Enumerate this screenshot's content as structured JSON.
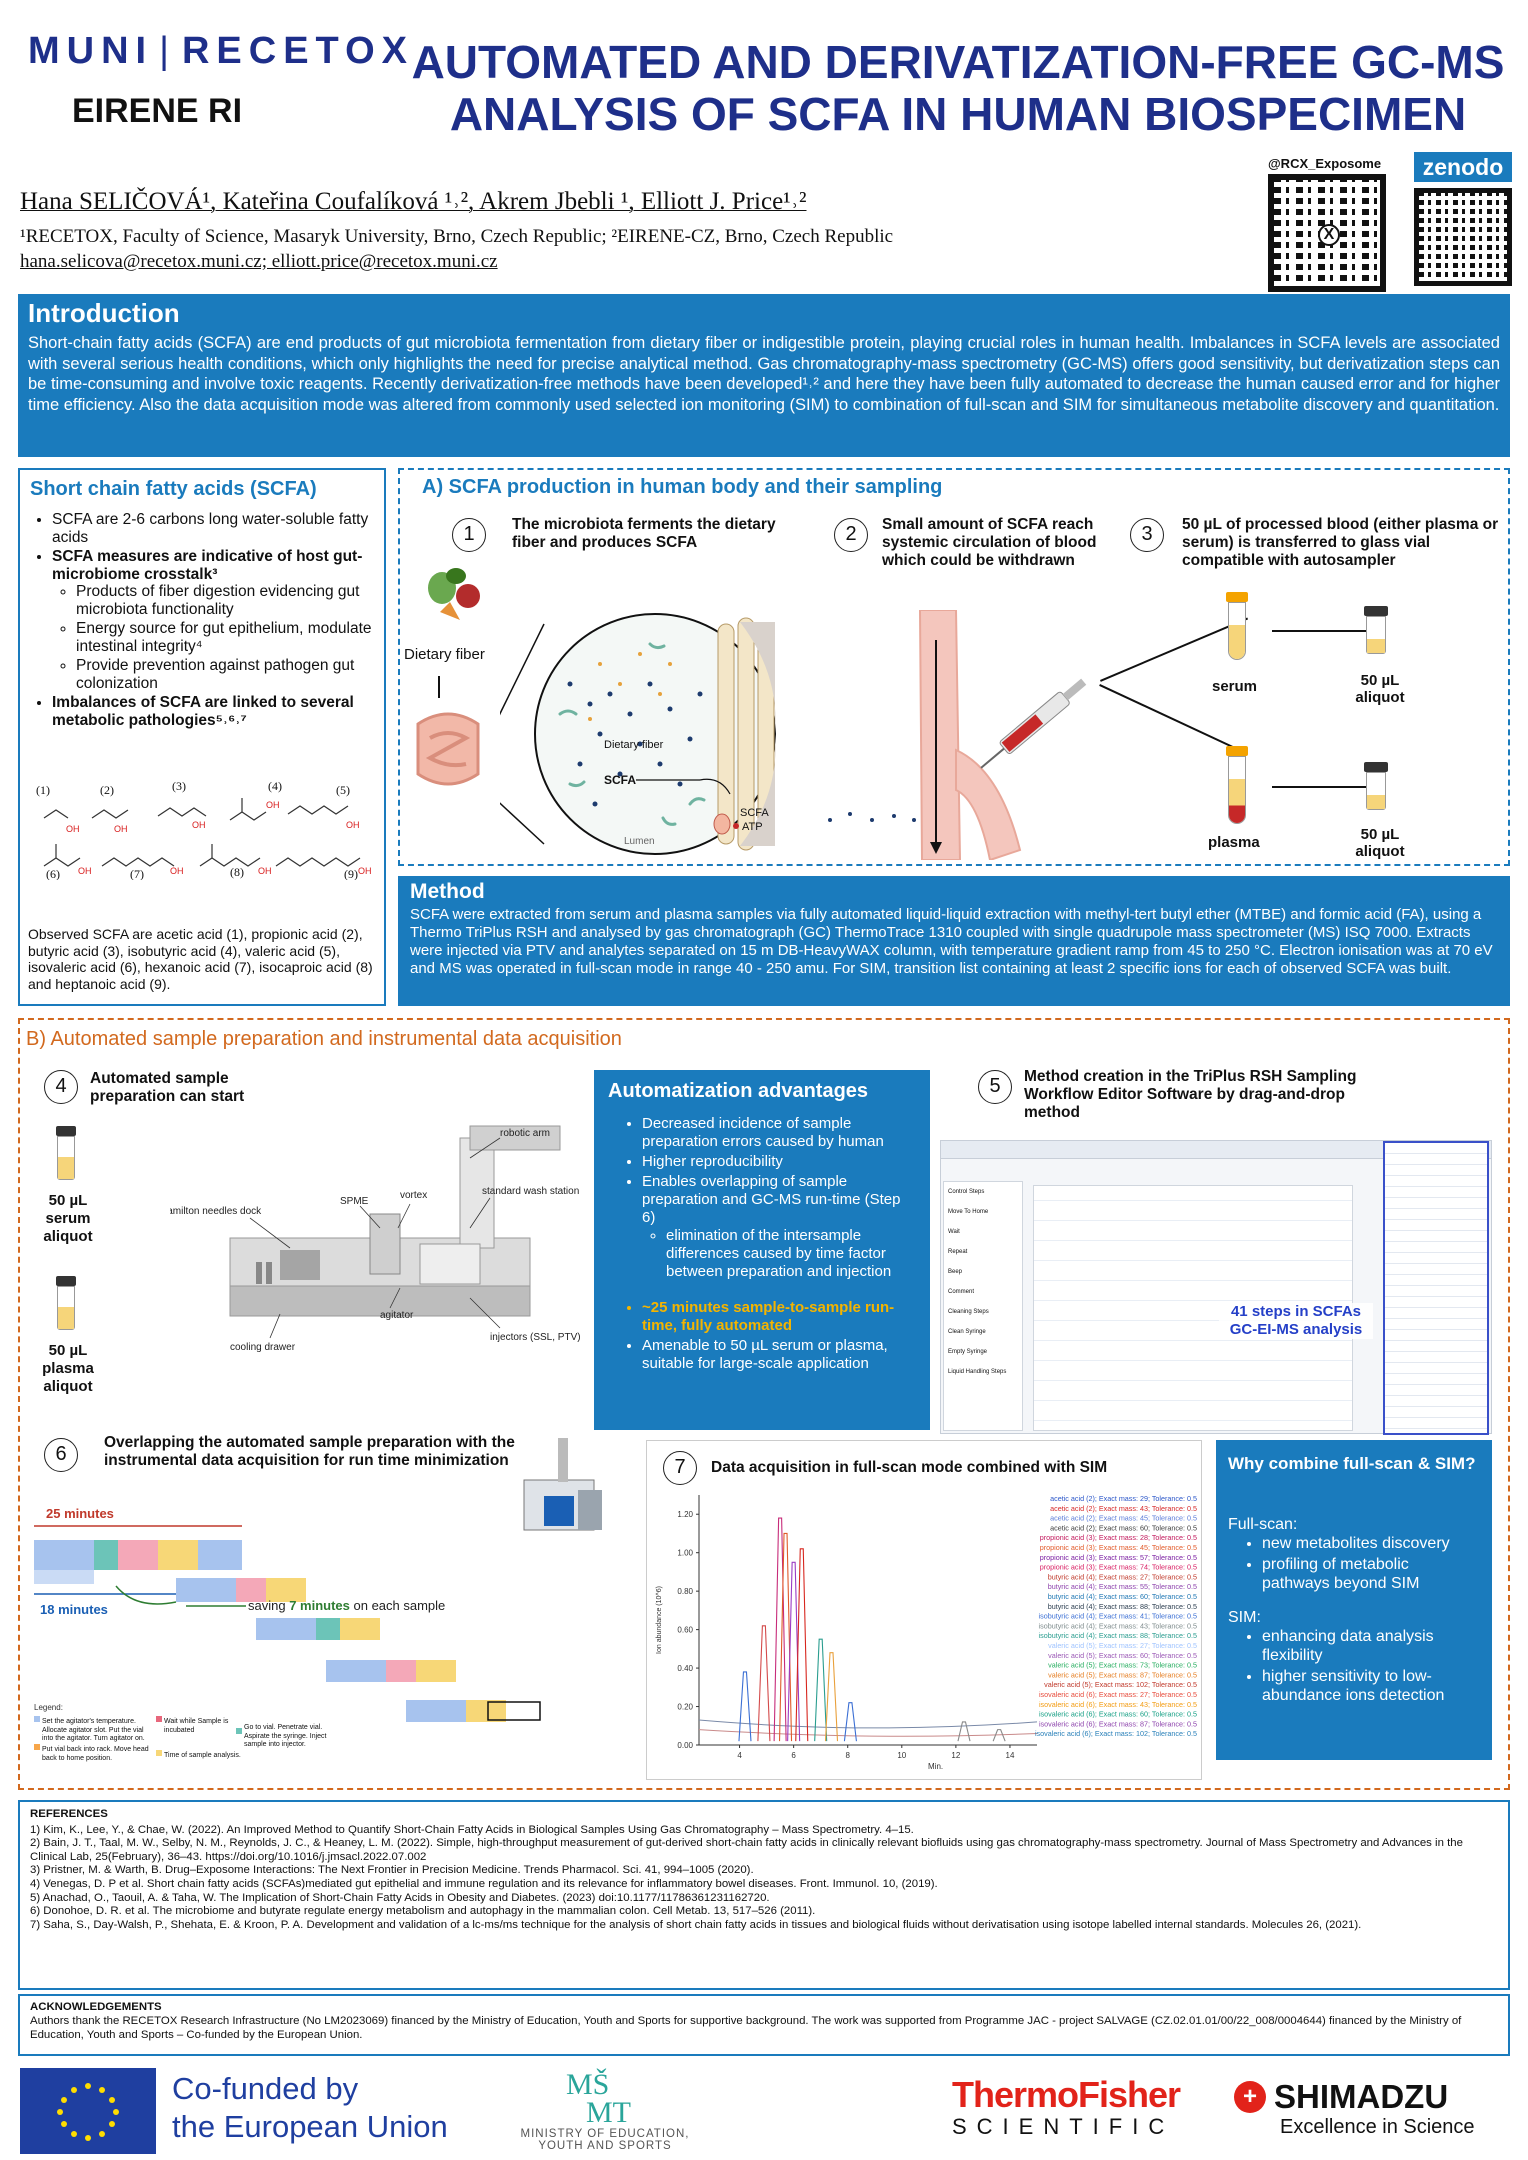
{
  "header": {
    "logo_muni": "MUNI",
    "logo_recetox": "RECETOX",
    "logo_eirene": "EIRENE RI",
    "title_line1": "AUTOMATED AND DERIVATIZATION-FREE GC-MS",
    "title_line2": "ANALYSIS OF SCFA IN HUMAN BIOSPECIMEN",
    "authors": "Hana SELIČOVÁ¹, Kateřina Coufalíková ¹˒², Akrem Jbebli ¹, Elliott J. Price¹˒²",
    "affiliations": "¹RECETOX, Faculty of Science, Masaryk University, Brno, Czech Republic; ²EIRENE-CZ, Brno, Czech Republic",
    "emails": "hana.selicova@recetox.muni.cz; elliott.price@recetox.muni.cz",
    "qr_label_x": "@RCX_Exposome",
    "qr_label_zenodo": "zenodo"
  },
  "intro": {
    "title": "Introduction",
    "text": "Short-chain fatty acids (SCFA) are end products of gut microbiota fermentation from dietary fiber or indigestible protein, playing crucial roles in human health. Imbalances in SCFA levels are associated with several serious health conditions, which only highlights the need for precise analytical method. Gas chromatography-mass spectrometry (GC-MS) offers good sensitivity, but derivatization steps can be time-consuming and involve toxic reagents. Recently derivatization-free methods have been developed¹˒² and here they have been fully automated to decrease the human caused error and for higher time efficiency. Also the data acquisition mode was altered from commonly used selected ion monitoring (SIM) to combination of full-scan and SIM for simultaneous metabolite discovery and quantitation."
  },
  "scfa": {
    "title": "Short chain fatty acids (SCFA)",
    "b1": "SCFA are 2-6 carbons long water-soluble fatty acids",
    "b2": "SCFA measures are indicative of host gut-microbiome crosstalk³",
    "s1": "Products of fiber digestion evidencing gut microbiota functionality",
    "s2": "Energy source for gut epithelium, modulate intestinal integrity⁴",
    "s3": "Provide prevention against pathogen gut colonization",
    "b3": "Imbalances of SCFA are linked to several metabolic pathologies⁵˒⁶˒⁷",
    "struct_labels": [
      "(1)",
      "(2)",
      "(3)",
      "(4)",
      "(5)",
      "(6)",
      "(7)",
      "(8)",
      "(9)"
    ],
    "observed": "Observed SCFA are acetic acid (1), propionic acid (2), butyric acid (3), isobutyric acid (4), valeric acid (5), isovaleric acid (6), hexanoic acid (7), isocaproic acid (8) and heptanoic acid (9)."
  },
  "sectionA": {
    "title": "A) SCFA production in human body and their sampling",
    "step1": "The microbiota ferments the dietary fiber and produces SCFA",
    "step2": "Small amount of SCFA reach systemic circulation of blood which could be withdrawn",
    "step3": "50 µL of processed blood (either plasma or serum) is transferred to glass vial compatible with autosampler",
    "n1": "1",
    "n2": "2",
    "n3": "3",
    "dietary_fiber": "Dietary fiber",
    "inner_fiber": "Dietary fiber",
    "inner_scfa": "SCFA",
    "inner_scfa2": "SCFA",
    "inner_atp": "ATP",
    "inner_lumen": "Lumen",
    "serum": "serum",
    "plasma": "plasma",
    "aliquot1": "50 µL aliquot",
    "aliquot2": "50 µL aliquot"
  },
  "method": {
    "title": "Method",
    "text": "SCFA were extracted from serum and plasma samples via fully automated liquid-liquid extraction with methyl-tert butyl ether (MTBE) and formic acid (FA), using a Thermo TriPlus RSH and analysed by gas chromatograph (GC) ThermoTrace 1310 coupled with single quadrupole mass spectrometer (MS) ISQ 7000. Extracts were injected via PTV and analytes separated on 15 m DB-HeavyWAX column, with temperature gradient ramp from 45 to 250 °C. Electron ionisation was at 70 eV and MS was operated in full-scan mode in range 40 - 250 amu. For SIM, transition list containing at least 2 specific ions for each of observed SCFA was built."
  },
  "sectionB": {
    "title": "B) Automated sample preparation and instrumental data acquisition",
    "n4": "4",
    "step4": "Automated sample preparation can start",
    "serum_aliquot": "50 µL serum aliquot",
    "plasma_aliquot": "50 µL plasma aliquot",
    "robot_labels": [
      "robotic arm",
      "Hamilton needles dock",
      "SPME",
      "vortex",
      "standard wash station",
      "agitator",
      "cooling drawer",
      "injectors (SSL, PTV)"
    ],
    "adv_title": "Automatization advantages",
    "adv1": "Decreased incidence of sample preparation errors caused by human",
    "adv2": "Higher reproducibility",
    "adv3": "Enables overlapping of sample preparation and GC-MS run-time (Step 6)",
    "adv3s": "elimination of the intersample differences caused by time factor between preparation and injection",
    "adv4": "~25 minutes sample-to-sample run-time, fully automated",
    "adv5": "Amenable to 50 µL serum or plasma, suitable for large-scale application",
    "n5": "5",
    "step5": "Method creation in the TriPlus RSH Sampling Workflow Editor Software by drag-and-drop method",
    "steps_label": "41 steps in SCFAs GC-EI-MS analysis",
    "sw_items": [
      "Control Steps",
      "Move To Home",
      "Wait",
      "Repeat",
      "Beep",
      "Comment",
      "Cleaning Steps",
      "Clean Syringe",
      "Empty Syringe",
      "Liquid Handling Steps"
    ],
    "n6": "6",
    "step6": "Overlapping the automated sample preparation with the instrumental data acquisition for run time minimization",
    "m25": "25 minutes",
    "m18": "18 minutes",
    "saving_pre": "saving ",
    "saving_num": "7 minutes",
    "saving_post": " on each sample",
    "legend_title": "Legend:",
    "legend1": "Set the agitator's temperature. Allocate agitator slot. Put the vial into the agitator. Turn agitator on.",
    "legend2": "Put vial back into rack. Move head back to home position.",
    "legend3": "Wait while Sample is incubated",
    "legend4": "Time of sample analysis.",
    "legend5": "Go to vial. Penetrate vial. Aspirate the syringe. Inject sample into injector.",
    "n7": "7",
    "step7": "Data acquisition in full-scan mode combined with SIM",
    "why_title": "Why combine full-scan & SIM?",
    "fs": "Full-scan:",
    "fs1": "new metabolites discovery",
    "fs2": "profiling of metabolic pathways beyond SIM",
    "sim": "SIM:",
    "sim1": "enhancing data analysis flexibility",
    "sim2": "higher sensitivity to low-abundance ions detection"
  },
  "chart_data": {
    "type": "line",
    "xlabel": "Min.",
    "ylabel": "Ion abundance (10^6)",
    "xticks": [
      "4",
      "6",
      "8",
      "10",
      "12",
      "14"
    ],
    "yticks": [
      "0.00",
      "0.20",
      "0.40",
      "0.60",
      "0.80",
      "1.00",
      "1.20"
    ],
    "xlim": [
      2.5,
      15
    ],
    "ylim": [
      0,
      1.3
    ],
    "peaks": [
      {
        "x": 4.2,
        "y": 0.38,
        "color": "#3b6fd4"
      },
      {
        "x": 4.9,
        "y": 0.62,
        "color": "#d44a4a"
      },
      {
        "x": 5.5,
        "y": 1.18,
        "color": "#c72c7a"
      },
      {
        "x": 5.7,
        "y": 1.1,
        "color": "#e05a2a"
      },
      {
        "x": 6.0,
        "y": 0.95,
        "color": "#9a3cc4"
      },
      {
        "x": 6.3,
        "y": 1.02,
        "color": "#d7261e"
      },
      {
        "x": 7.0,
        "y": 0.55,
        "color": "#2a9d8f"
      },
      {
        "x": 7.4,
        "y": 0.48,
        "color": "#e9a03b"
      },
      {
        "x": 8.1,
        "y": 0.22,
        "color": "#3b6fd4"
      },
      {
        "x": 12.3,
        "y": 0.12,
        "color": "#888888"
      },
      {
        "x": 13.6,
        "y": 0.08,
        "color": "#888888"
      }
    ],
    "legend": [
      "acetic acid (2); Exact mass: 29; Tolerance: 0.5",
      "acetic acid (2); Exact mass: 43; Tolerance: 0.5",
      "acetic acid (2); Exact mass: 45; Tolerance: 0.5",
      "acetic acid (2); Exact mass: 60; Tolerance: 0.5",
      "propionic acid (3); Exact mass: 28; Tolerance: 0.5",
      "propionic acid (3); Exact mass: 45; Tolerance: 0.5",
      "propionic acid (3); Exact mass: 57; Tolerance: 0.5",
      "propionic acid (3); Exact mass: 74; Tolerance: 0.5",
      "butyric acid (4); Exact mass: 27; Tolerance: 0.5",
      "butyric acid (4); Exact mass: 55; Tolerance: 0.5",
      "butyric acid (4); Exact mass: 60; Tolerance: 0.5",
      "butyric acid (4); Exact mass: 88; Tolerance: 0.5",
      "isobutyric acid (4); Exact mass: 41; Tolerance: 0.5",
      "isobutyric acid (4); Exact mass: 43; Tolerance: 0.5",
      "isobutyric acid (4); Exact mass: 88; Tolerance: 0.5",
      "valeric acid (5); Exact mass: 27; Tolerance: 0.5",
      "valeric acid (5); Exact mass: 60; Tolerance: 0.5",
      "valeric acid (5); Exact mass: 73; Tolerance: 0.5",
      "valeric acid (5); Exact mass: 87; Tolerance: 0.5",
      "valeric acid (5); Exact mass: 102; Tolerance: 0.5",
      "isovaleric acid (6); Exact mass: 27; Tolerance: 0.5",
      "isovaleric acid (6); Exact mass: 43; Tolerance: 0.5",
      "isovaleric acid (6); Exact mass: 60; Tolerance: 0.5",
      "isovaleric acid (6); Exact mass: 87; Tolerance: 0.5",
      "isovaleric acid (6); Exact mass: 102; Tolerance: 0.5"
    ],
    "legend_colors": [
      "#2b57c9",
      "#d62828",
      "#5a7bd8",
      "#3d3d3d",
      "#c2185b",
      "#e25a2a",
      "#7b1fa2",
      "#d81b60",
      "#c0392b",
      "#8e44ad",
      "#1f77b4",
      "#2c3e50",
      "#3b6fd4",
      "#7f8c8d",
      "#2a9d8f",
      "#a0c4ff",
      "#9b59b6",
      "#27ae60",
      "#e67e22",
      "#c0392b",
      "#e74c3c",
      "#f39c12",
      "#16a085",
      "#8e44ad",
      "#2980b9"
    ]
  },
  "references": {
    "title": "REFERENCES",
    "items": [
      "1) Kim, K., Lee, Y., & Chae, W. (2022). An Improved Method to Quantify Short-Chain Fatty Acids in Biological Samples Using Gas Chromatography – Mass Spectrometry. 4–15.",
      "2) Bain, J. T., Taal, M. W., Selby, N. M., Reynolds, J. C., & Heaney, L. M. (2022). Simple, high-throughput measurement of gut-derived short-chain fatty acids in clinically relevant biofluids using gas chromatography-mass spectrometry. Journal of Mass Spectrometry and Advances in the Clinical Lab, 25(February), 36–43. https://doi.org/10.1016/j.jmsacl.2022.07.002",
      "3) Pristner, M. & Warth, B. Drug–Exposome Interactions: The Next Frontier in Precision Medicine. Trends Pharmacol. Sci. 41, 994–1005 (2020).",
      "4) Venegas, D. P et al. Short chain fatty acids (SCFAs)mediated gut epithelial and immune regulation and its relevance for inflammatory bowel diseases. Front. Immunol. 10, (2019).",
      "5) Anachad, O., Taouil, A. & Taha, W. The Implication of Short-Chain Fatty Acids in Obesity and Diabetes. (2023) doi:10.1177/11786361231162720.",
      "6) Donohoe, D. R. et al. The microbiome and butyrate regulate energy metabolism and autophagy in the mammalian colon. Cell Metab. 13, 517–526 (2011).",
      "7) Saha, S., Day-Walsh, P., Shehata, E. & Kroon, P. A. Development and validation of a lc-ms/ms technique for the analysis of short chain fatty acids in tissues and biological fluids without derivatisation using isotope labelled internal standards. Molecules 26, (2021)."
    ]
  },
  "ack": {
    "title": "ACKNOWLEDGEMENTS",
    "text": "Authors thank the RECETOX Research Infrastructure (No LM2023069) financed by the Ministry of Education, Youth and Sports for supportive background. The work was supported from Programme JAC - project SALVAGE (CZ.02.01.01/00/22_008/0004644) financed by the Ministry of Education, Youth and Sports – Co-funded by the European Union."
  },
  "footer": {
    "eu_line1": "Co-funded by",
    "eu_line2": "the European Union",
    "msmt_name": "MINISTRY OF EDUCATION, YOUTH AND SPORTS",
    "thermo1": "ThermoFisher",
    "thermo2": "SCIENTIFIC",
    "shimadzu": "SHIMADZU",
    "shimadzu_tag": "Excellence in Science"
  },
  "colors": {
    "accent": "#1a7bbd",
    "title": "#1e2f8a",
    "orange": "#d2691e",
    "gold": "#f4b400"
  }
}
